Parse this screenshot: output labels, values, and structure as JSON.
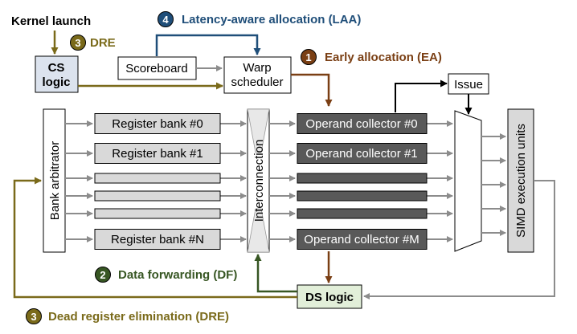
{
  "header": {
    "kernel_launch": "Kernel launch"
  },
  "annotations": {
    "dre_top": {
      "badge": "3",
      "label": "DRE"
    },
    "laa": {
      "badge": "4",
      "label": "Latency-aware allocation (LAA)"
    },
    "ea": {
      "badge": "1",
      "label": "Early allocation (EA)"
    },
    "df": {
      "badge": "2",
      "label": "Data forwarding (DF)"
    },
    "dre_bottom": {
      "badge": "3",
      "label": "Dead register elimination (DRE)"
    }
  },
  "blocks": {
    "cs_logic_line1": "CS",
    "cs_logic_line2": "logic",
    "scoreboard": "Scoreboard",
    "warp_scheduler_line1": "Warp",
    "warp_scheduler_line2": "scheduler",
    "issue": "Issue",
    "bank_arbitrator": "Bank arbitrator",
    "interconnection": "Interconnection",
    "simd_units": "SIMD execution units",
    "ds_logic": "DS logic"
  },
  "register_banks": [
    "Register bank #0",
    "Register bank #1",
    "",
    "",
    "",
    "Register bank #N"
  ],
  "operand_collectors": [
    "Operand collector #0",
    "Operand collector #1",
    "",
    "",
    "",
    "Operand collector #M"
  ],
  "colors": {
    "brown": "#7a3f14",
    "olive": "#7a6a1a",
    "navy": "#1f4e79",
    "green": "#375623",
    "gray_arrow": "#8c8c8c",
    "collector_fill": "#595959",
    "bank_fill": "#d9d9d9",
    "cs_fill": "#dce3ee"
  },
  "icons": [
    "arrow-icon",
    "badge-icon"
  ]
}
